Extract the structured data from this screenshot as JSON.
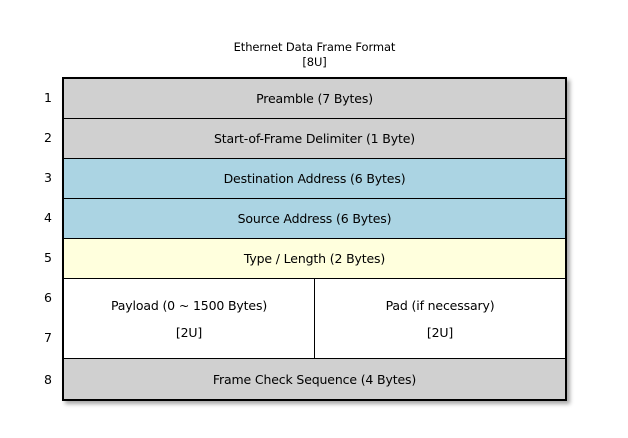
{
  "diagram": {
    "title": "Ethernet Data Frame Format",
    "subtitle": "[8U]",
    "colors": {
      "gray": "#d0d0d0",
      "blue": "#abd4e3",
      "yellow": "#ffffdd",
      "white": "#ffffff",
      "border": "#000000",
      "background": "#ffffff"
    },
    "row_numbers": [
      "1",
      "2",
      "3",
      "4",
      "5",
      "6",
      "7",
      "8"
    ],
    "rows": [
      {
        "number": "1",
        "label": "Preamble (7 Bytes)",
        "fill": "gray"
      },
      {
        "number": "2",
        "label": "Start-of-Frame Delimiter (1 Byte)",
        "fill": "gray"
      },
      {
        "number": "3",
        "label": "Destination Address (6 Bytes)",
        "fill": "blue"
      },
      {
        "number": "4",
        "label": "Source Address (6 Bytes)",
        "fill": "blue"
      },
      {
        "number": "5",
        "label": "Type / Length (2 Bytes)",
        "fill": "yellow"
      },
      {
        "number": "8",
        "label": "Frame Check Sequence (4 Bytes)",
        "fill": "gray"
      }
    ],
    "split_row": {
      "numbers": [
        "6",
        "7"
      ],
      "fill": "white",
      "left": {
        "label": "Payload (0 ~ 1500 Bytes)",
        "note": "[2U]"
      },
      "right": {
        "label": "Pad (if necessary)",
        "note": "[2U]"
      }
    }
  }
}
